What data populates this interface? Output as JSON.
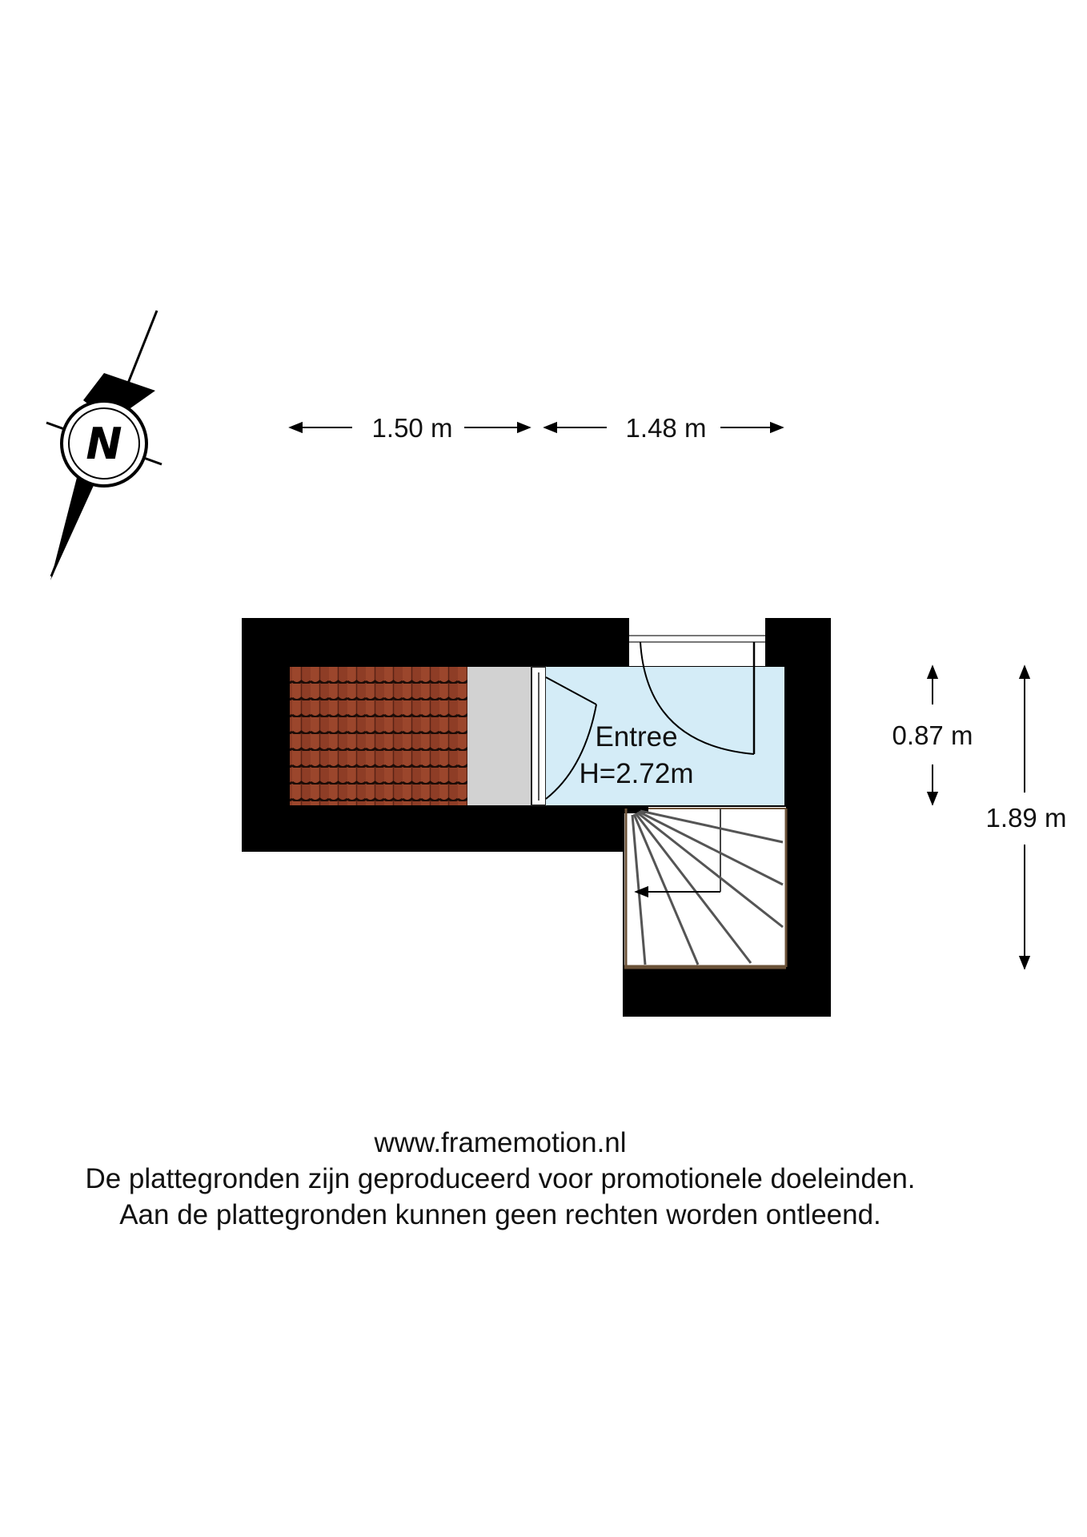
{
  "compass": {
    "letter": "N",
    "icon": "north-arrow-icon"
  },
  "dimensions": {
    "width_left": "1.50 m",
    "width_right": "1.48 m",
    "height_small": "0.87 m",
    "height_total": "1.89 m"
  },
  "room": {
    "name": "Entree",
    "height": "H=2.72m"
  },
  "colors": {
    "wall": "#000000",
    "room_fill": "#d4ecf7",
    "roof_tile": "#8a3a24",
    "stair_wood": "#6b5238",
    "landing": "#d2d2d2"
  },
  "footer": {
    "url": "www.framemotion.nl",
    "line1": "De plattegronden zijn geproduceerd voor promotionele doeleinden.",
    "line2": "Aan de plattegronden kunnen geen rechten worden ontleend."
  }
}
